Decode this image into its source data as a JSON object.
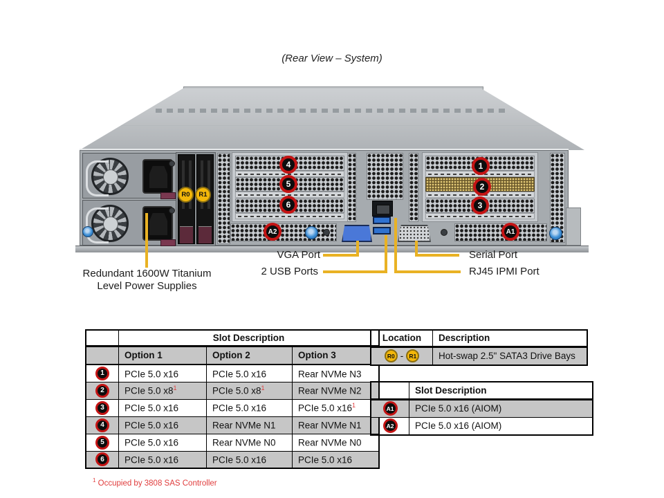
{
  "page": {
    "title": "(Rear View – System)"
  },
  "diagram": {
    "callouts": {
      "s1": "1",
      "s2": "2",
      "s3": "3",
      "s4": "4",
      "s5": "5",
      "s6": "6",
      "a1": "A1",
      "a2": "A2",
      "r0": "R0",
      "r1": "R1"
    },
    "labels": {
      "vga": "VGA Port",
      "usb": "2 USB Ports",
      "serial": "Serial Port",
      "ipmi": "RJ45 IPMI Port",
      "psu_line1": "Redundant 1600W Titanium",
      "psu_line2": "Level Power Supplies"
    },
    "colors": {
      "callout_ring": "#c41414",
      "callout_yellow": "#f3b70a",
      "line_yellow": "#e9b224"
    }
  },
  "slot_table": {
    "title": "Slot Description",
    "columns": [
      "Option 1",
      "Option 2",
      "Option 3"
    ],
    "rows": [
      {
        "id": "1",
        "cells": [
          {
            "text": "PCIe 5.0 x16",
            "sup": ""
          },
          {
            "text": "PCIe 5.0 x16",
            "sup": ""
          },
          {
            "text": "Rear NVMe N3",
            "sup": ""
          }
        ]
      },
      {
        "id": "2",
        "cells": [
          {
            "text": "PCIe 5.0 x8",
            "sup": "1"
          },
          {
            "text": "PCIe 5.0 x8",
            "sup": "1"
          },
          {
            "text": "Rear NVMe N2",
            "sup": ""
          }
        ]
      },
      {
        "id": "3",
        "cells": [
          {
            "text": "PCIe 5.0 x16",
            "sup": ""
          },
          {
            "text": "PCIe 5.0 x16",
            "sup": ""
          },
          {
            "text": "PCIe 5.0 x16",
            "sup": "1"
          }
        ]
      },
      {
        "id": "4",
        "cells": [
          {
            "text": "PCIe 5.0 x16",
            "sup": ""
          },
          {
            "text": "Rear NVMe N1",
            "sup": ""
          },
          {
            "text": "Rear NVMe N1",
            "sup": ""
          }
        ]
      },
      {
        "id": "5",
        "cells": [
          {
            "text": "PCIe 5.0 x16",
            "sup": ""
          },
          {
            "text": "Rear NVMe N0",
            "sup": ""
          },
          {
            "text": "Rear NVMe N0",
            "sup": ""
          }
        ]
      },
      {
        "id": "6",
        "cells": [
          {
            "text": "PCIe 5.0 x16",
            "sup": ""
          },
          {
            "text": "PCIe 5.0 x16",
            "sup": ""
          },
          {
            "text": "PCIe 5.0 x16",
            "sup": ""
          }
        ]
      }
    ],
    "footnote": {
      "sup": "1",
      "text": " Occupied by 3808 SAS Controller"
    }
  },
  "location_table": {
    "headers": [
      "Location",
      "Description"
    ],
    "row": {
      "from": "R0",
      "sep": "-",
      "to": "R1",
      "description": "Hot-swap 2.5\" SATA3 Drive Bays"
    }
  },
  "aiom_table": {
    "title": "Slot Description",
    "rows": [
      {
        "id": "A1",
        "text": "PCIe 5.0 x16 (AIOM)"
      },
      {
        "id": "A2",
        "text": "PCIe 5.0 x16 (AIOM)"
      }
    ]
  }
}
